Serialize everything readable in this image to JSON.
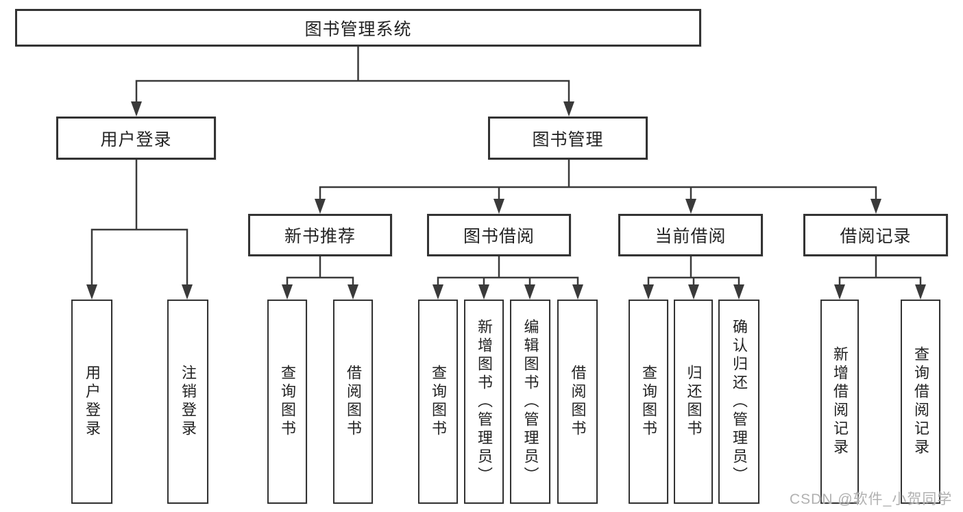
{
  "colors": {
    "line": "#3a3a3a",
    "box_border": "#333333",
    "box_fill": "#ffffff",
    "text": "#232323",
    "watermark": "#b1b1b1"
  },
  "tree": {
    "root": {
      "label": "图书管理系统",
      "children": [
        {
          "label": "用户登录",
          "children": [
            {
              "label": "用户登录"
            },
            {
              "label": "注销登录"
            }
          ]
        },
        {
          "label": "图书管理",
          "children": [
            {
              "label": "新书推荐",
              "children": [
                {
                  "label": "查询图书"
                },
                {
                  "label": "借阅图书"
                }
              ]
            },
            {
              "label": "图书借阅",
              "children": [
                {
                  "label": "查询图书"
                },
                {
                  "label": "新增图书（管理员）"
                },
                {
                  "label": "编辑图书（管理员）"
                },
                {
                  "label": "借阅图书"
                }
              ]
            },
            {
              "label": "当前借阅",
              "children": [
                {
                  "label": "查询图书"
                },
                {
                  "label": "归还图书"
                },
                {
                  "label": "确认归还（管理员）"
                }
              ]
            },
            {
              "label": "借阅记录",
              "children": [
                {
                  "label": "新增借阅记录"
                },
                {
                  "label": "查询借阅记录"
                }
              ]
            }
          ]
        }
      ]
    }
  },
  "watermark": {
    "text": "CSDN @软件_小贺同学"
  }
}
